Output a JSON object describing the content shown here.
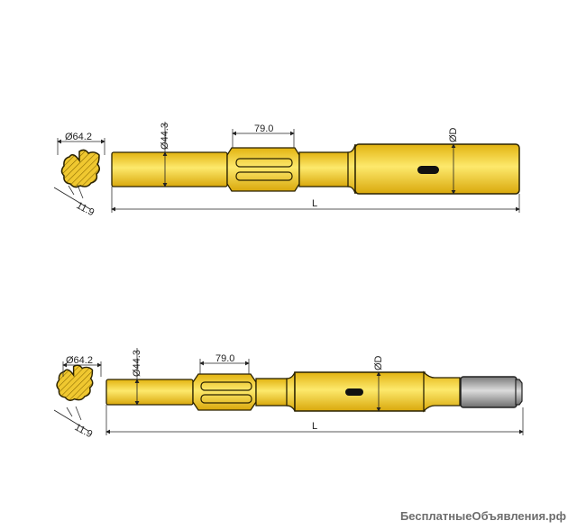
{
  "drawings": [
    {
      "id": "top",
      "cross_section": {
        "diameter_label": "Ø64.2",
        "spline_width_label": "11.9"
      },
      "shaft_diameter_label": "Ø44.3",
      "spline_length_label": "79.0",
      "body_diameter_label": "ØD",
      "length_label": "L"
    },
    {
      "id": "bottom",
      "cross_section": {
        "diameter_label": "Ø64.2",
        "spline_width_label": "11.9"
      },
      "shaft_diameter_label": "Ø44.3",
      "spline_length_label": "79.0",
      "body_diameter_label": "ØD",
      "length_label": "L"
    }
  ],
  "colors": {
    "body_yellow": "#f2c81e",
    "highlight": "#fde86a",
    "thread_grey": "#9a9a9a",
    "outline": "#2a2200"
  },
  "watermark": "БесплатныеОбъявления.рф"
}
